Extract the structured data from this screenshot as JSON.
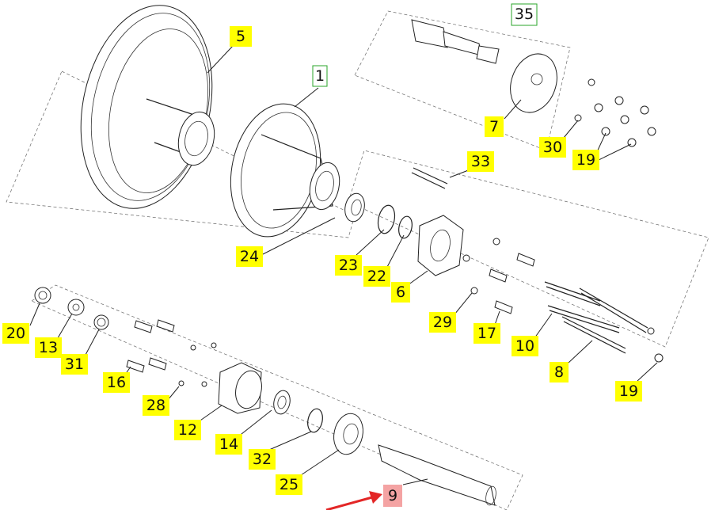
{
  "colors": {
    "callout_fill": "#ffff00",
    "highlight_fill": "#f4a3a3",
    "outline_label_border": "#2aa52a",
    "arrow": "#e32626"
  },
  "labels": {
    "p1": "1",
    "p5": "5",
    "p6": "6",
    "p7": "7",
    "p8": "8",
    "p9": "9",
    "p10": "10",
    "p12": "12",
    "p13": "13",
    "p14": "14",
    "p16": "16",
    "p17": "17",
    "p19a": "19",
    "p19b": "19",
    "p20": "20",
    "p22": "22",
    "p23": "23",
    "p24": "24",
    "p25": "25",
    "p28": "28",
    "p29": "29",
    "p30": "30",
    "p31": "31",
    "p32": "32",
    "p33": "33",
    "p35": "35"
  }
}
